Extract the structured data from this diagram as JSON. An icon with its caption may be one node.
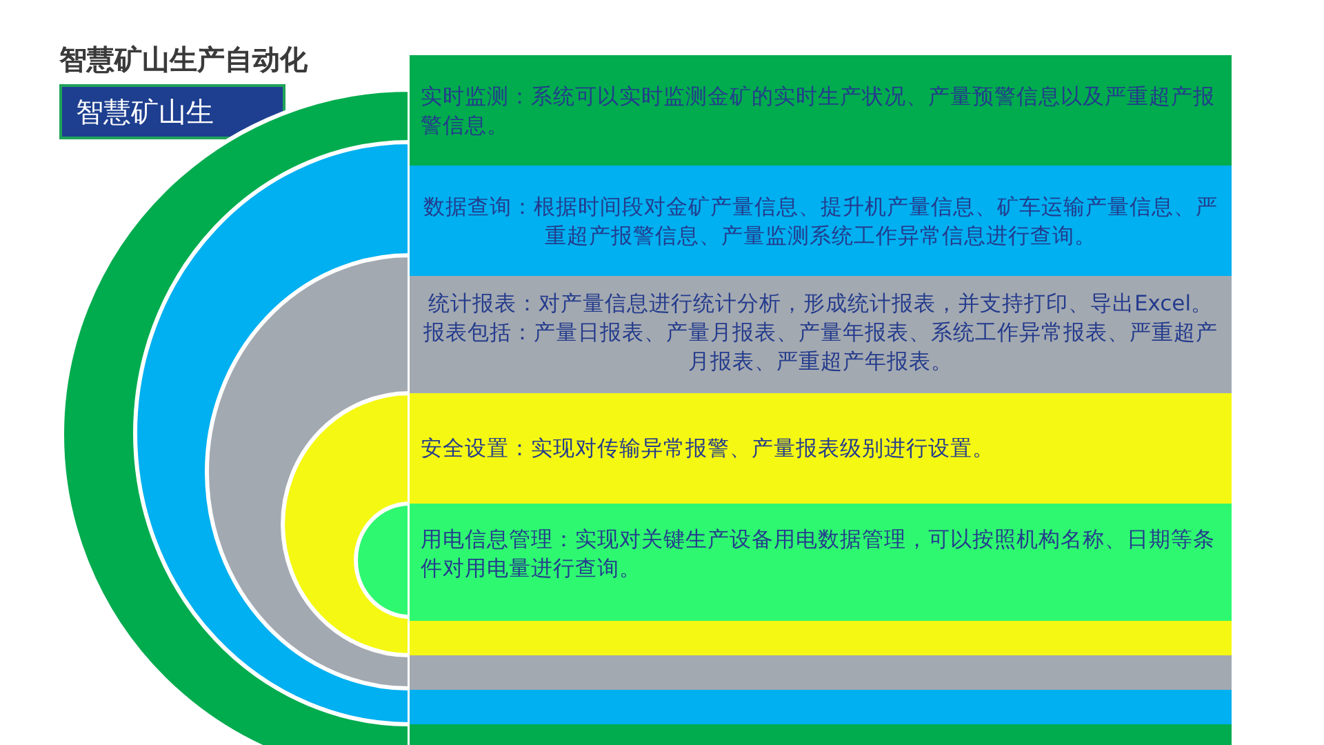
{
  "diagram": {
    "title": "智慧矿山生产自动化",
    "nodes": [
      {
        "text": [
          "实时监测：系统可以实时监测金矿的实时生产状况、产量预警信息以及严重超产报警信息。"
        ]
      },
      {
        "text": [
          "数据查询：根据时间段对金矿产量信息、提升机产量信息、矿车运输产量信息、严重超产报警信息、产量监测系统工作异常信息进行查询。"
        ],
        "in": 0
      },
      {
        "text": [
          "统计报表：对产量信息进行统计分析，形成统计报表，并支持打印、导出Excel。报表包括：产量日报表、产量月报表、产量年报表、系统工作异常报表、严重超产月报表、严重超产年报表。"
        ],
        "in": 1
      },
      {
        "text": [
          "安全设置：实现对传输异常报警、产量报表级别进行设置。"
        ],
        "in": 2
      },
      {
        "text": [
          "用电信息管理：实现对关键生产设备用电数据管理，可以按照机构名称、日期等条件对用电量进行查询。"
        ],
        "in": 3
      }
    ],
    "labels": [
      "智慧矿山生"
    ]
  }
}
